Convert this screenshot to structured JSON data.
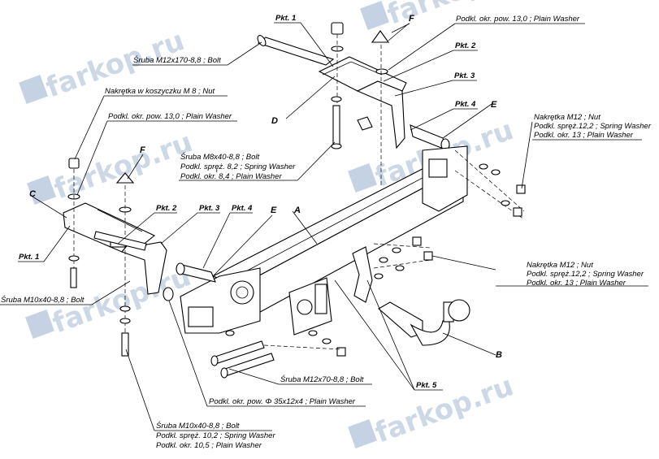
{
  "watermark": {
    "text": "farkop.ru",
    "color": "#c5d2e3"
  },
  "labels": {
    "bolt_m12x170": "Śruba M12x170-8,8 ;  Bolt",
    "nut_cage_m8": "Nakrętka  w koszyczku M 8 ; Nut",
    "washer_13_left": "Podkl. okr. pow. 13,0 ; Plain Washer",
    "washer_13_right": "Podkl. okr. pow. 13,0 ; Plain Washer",
    "m8_bolt": "Śruba M8x40-8,8 ;  Bolt",
    "m8_spring": "Podkl. sprę̨ż. 8,2 ; Spring Washer",
    "m8_plain": "Podkl. okr. 8,4  ; Plain Washer",
    "nut_m12_top": "Nakrętka  M12 ; Nut",
    "spring_12_top": "Podkl. spręż.12,2 ; Spring Washer",
    "plain_13_top": "Podkl. okr. 13 ; Plain Washer",
    "nut_m12_mid": "Nakrętka  M12 ; Nut",
    "spring_12_mid": "Podkl. spręż.12,2 ; Spring Washer",
    "plain_13_mid": "Podkl. okr. 13 ; Plain Washer",
    "bolt_m10x40_mid": "Śruba M10x40-8,8 ;  Bolt",
    "bolt_m12x70": "Śruba M12x70-8,8 ;  Bolt",
    "washer_35": "Podkl. okr. pow.  Φ 35x12x4 ;  Plain Washer",
    "bolt_m10x40_bot": "Śruba M10x40-8,8 ;  Bolt",
    "spring_10": "Podkl. spręż. 10,2 ; Spring Washer",
    "plain_10": "Podkl. okr. 10,5 ; Plain Washer"
  },
  "callouts": {
    "pkt1_top": "Pkt. 1",
    "pkt2_top": "Pkt. 2",
    "pkt3_top": "Pkt. 3",
    "pkt4_top": "Pkt. 4",
    "pkt1_left": "Pkt. 1",
    "pkt2_left": "Pkt. 2",
    "pkt3_left": "Pkt. 3",
    "pkt4_left": "Pkt. 4",
    "pkt5": "Pkt. 5",
    "A": "A",
    "B": "B",
    "C": "C",
    "D": "D",
    "E_top": "E",
    "E_left": "E",
    "F_top": "F",
    "F_left": "F"
  }
}
